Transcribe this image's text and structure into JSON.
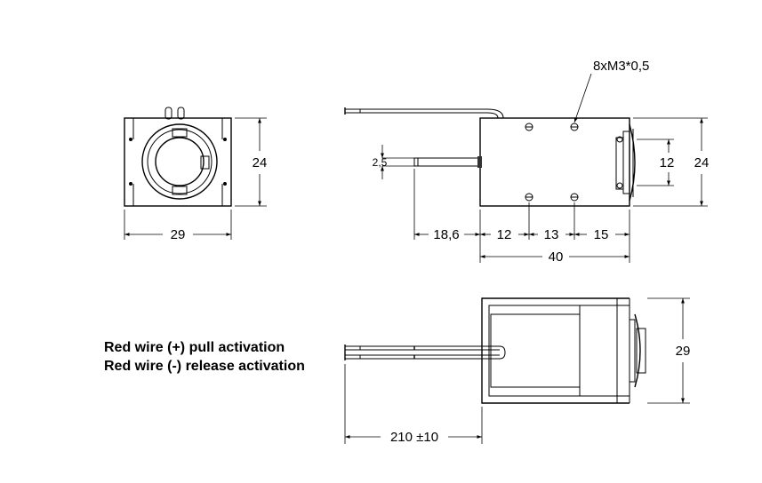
{
  "front_view": {
    "width_label": "29",
    "height_label": "24"
  },
  "side_view": {
    "thread_label": "8xM3*0,5",
    "plunger_dia_label": "2,5",
    "dim_186": "18,6",
    "dim_12a": "12",
    "dim_13": "13",
    "dim_15": "15",
    "dim_40": "40",
    "dim_12b": "12",
    "dim_24": "24"
  },
  "top_view": {
    "height_label": "29",
    "wire_length_label": "210 ±10"
  },
  "notes": {
    "line1": "Red wire (+) pull activation",
    "line2": "Red wire (-) release activation"
  }
}
